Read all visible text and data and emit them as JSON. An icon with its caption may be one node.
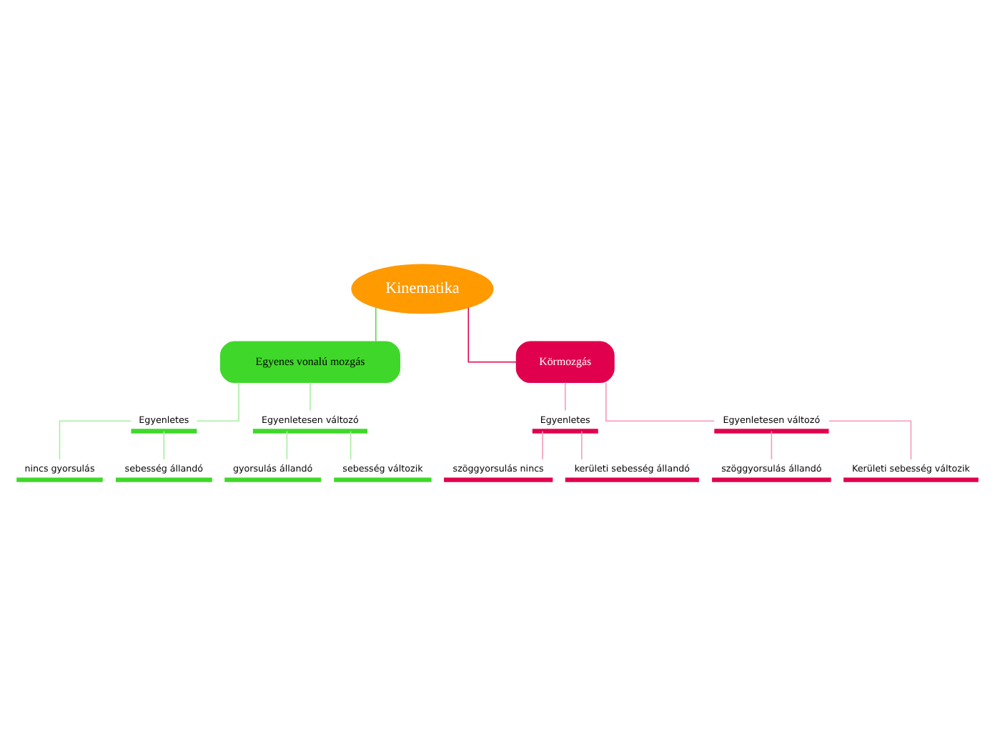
{
  "diagram": {
    "nodes": [
      {
        "text": [
          "Kinematika"
        ]
      },
      {
        "text": [
          "Egyenes vonalú mozgás"
        ]
      },
      {
        "text": [
          "Egyenletes"
        ]
      },
      {
        "text": [
          "nincs gyorsulás"
        ]
      },
      {
        "text": [
          "sebesség állandó"
        ]
      },
      {
        "text": [
          "Egyenletesen változó"
        ]
      },
      {
        "text": [
          "gyorsulás állandó"
        ]
      },
      {
        "text": [
          "sebesség változik"
        ]
      },
      {
        "text": [
          "Körmozgás"
        ]
      },
      {
        "text": [
          "Egyenletes"
        ]
      },
      {
        "text": [
          "szöggyorsulás nincs"
        ]
      },
      {
        "text": [
          "kerületi sebesség állandó"
        ]
      },
      {
        "text": [
          "Egyenletesen változó"
        ]
      },
      {
        "text": [
          "szöggyorsulás állandó"
        ]
      },
      {
        "text": [
          "Kerületi sebesség változik"
        ]
      }
    ],
    "edges": [
      {
        "from": 0,
        "to": 1,
        "arrow": "none",
        "color": "#5ed84a"
      },
      {
        "from": 1,
        "to": 2,
        "arrow": "none",
        "color": "#a8eda0"
      },
      {
        "from": 2,
        "to": 3,
        "arrow": "none",
        "color": "#a8eda0"
      },
      {
        "from": 2,
        "to": 4,
        "arrow": "none",
        "color": "#a8eda0"
      },
      {
        "from": 1,
        "to": 5,
        "arrow": "none",
        "color": "#a8eda0"
      },
      {
        "from": 5,
        "to": 6,
        "arrow": "none",
        "color": "#a8eda0"
      },
      {
        "from": 5,
        "to": 7,
        "arrow": "none",
        "color": "#a8eda0"
      },
      {
        "from": 0,
        "to": 8,
        "arrow": "none",
        "color": "#e0004d"
      },
      {
        "from": 8,
        "to": 9,
        "arrow": "none",
        "color": "#f59ab8"
      },
      {
        "from": 9,
        "to": 10,
        "arrow": "none",
        "color": "#f59ab8"
      },
      {
        "from": 9,
        "to": 11,
        "arrow": "none",
        "color": "#f59ab8"
      },
      {
        "from": 8,
        "to": 12,
        "arrow": "none",
        "color": "#f59ab8"
      },
      {
        "from": 12,
        "to": 13,
        "arrow": "none",
        "color": "#f59ab8"
      },
      {
        "from": 12,
        "to": 14,
        "arrow": "none",
        "color": "#f59ab8"
      }
    ]
  }
}
